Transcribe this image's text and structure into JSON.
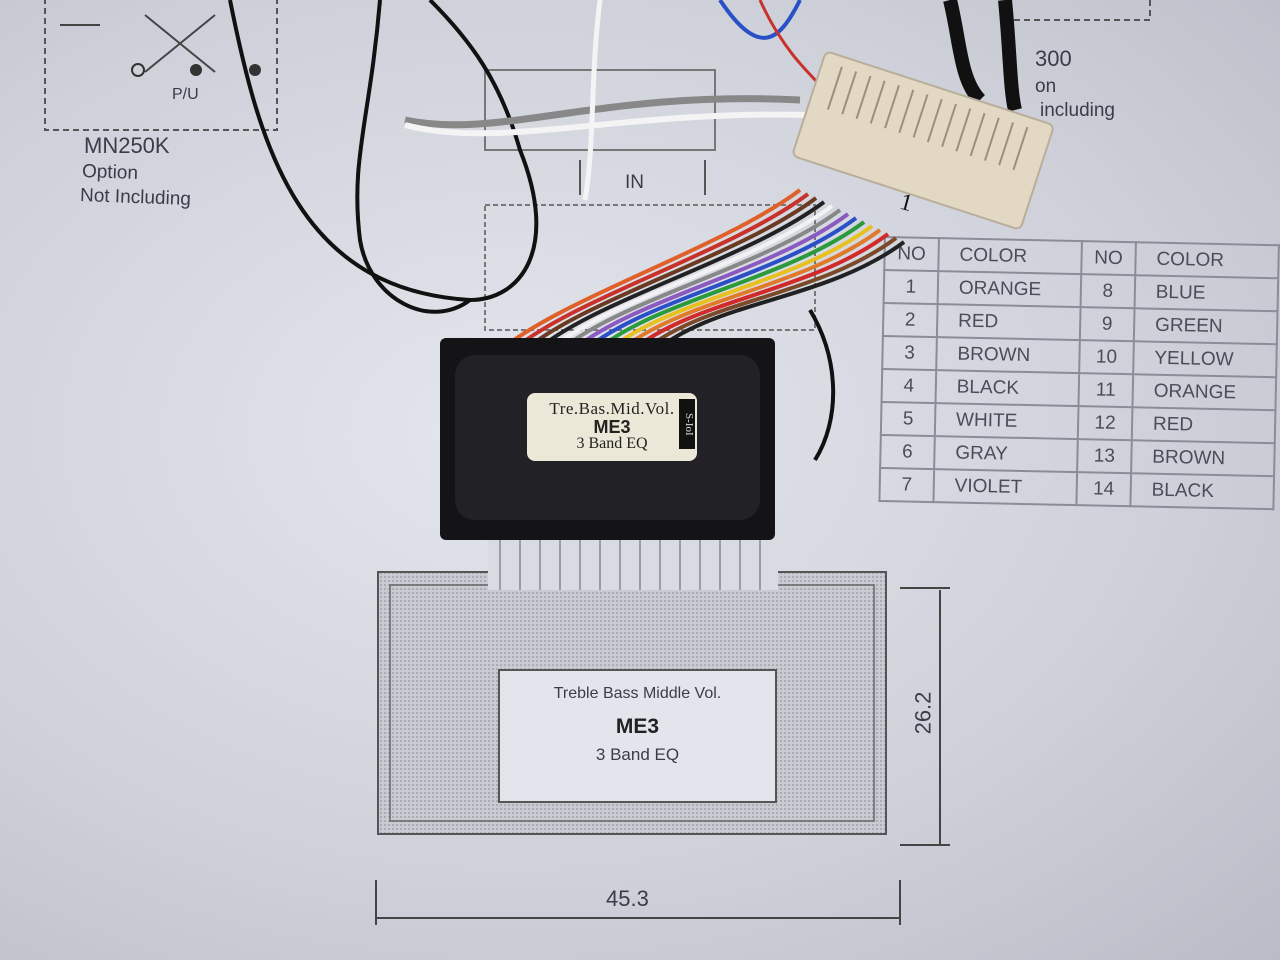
{
  "left_diagram": {
    "pu_label": "P/U",
    "model": "MN250K",
    "line1": "Option",
    "line2": "Not Including"
  },
  "right_diagram": {
    "model_partial": "300",
    "line1_partial": "on",
    "line2_partial": "including"
  },
  "in_label": "IN",
  "module_label": {
    "line1": "Tre.Bas.Mid.Vol.",
    "model": "ME3",
    "line3": "3 Band EQ",
    "side_tag": "S-IoI"
  },
  "connector_mark": "1",
  "color_table": {
    "headers": [
      "NO",
      "COLOR",
      "NO",
      "COLOR"
    ],
    "rows": [
      [
        "1",
        "ORANGE",
        "8",
        "BLUE"
      ],
      [
        "2",
        "RED",
        "9",
        "GREEN"
      ],
      [
        "3",
        "BROWN",
        "10",
        "YELLOW"
      ],
      [
        "4",
        "BLACK",
        "11",
        "ORANGE"
      ],
      [
        "5",
        "WHITE",
        "12",
        "RED"
      ],
      [
        "6",
        "GRAY",
        "13",
        "BROWN"
      ],
      [
        "7",
        "VIOLET",
        "14",
        "BLACK"
      ]
    ]
  },
  "drawing": {
    "line1": "Treble Bass Middle Vol.",
    "model": "ME3",
    "line3": "3 Band EQ",
    "height_dim": "26.2",
    "width_dim": "45.3"
  },
  "wire_colors": [
    "#e0602a",
    "#c8322a",
    "#6a3a22",
    "#222222",
    "#f2f2f2",
    "#888888",
    "#8a5ac0",
    "#2a50c8",
    "#2a9a3a",
    "#e8c020",
    "#e07a2a",
    "#d02a2a",
    "#7a4a2a",
    "#222222"
  ]
}
